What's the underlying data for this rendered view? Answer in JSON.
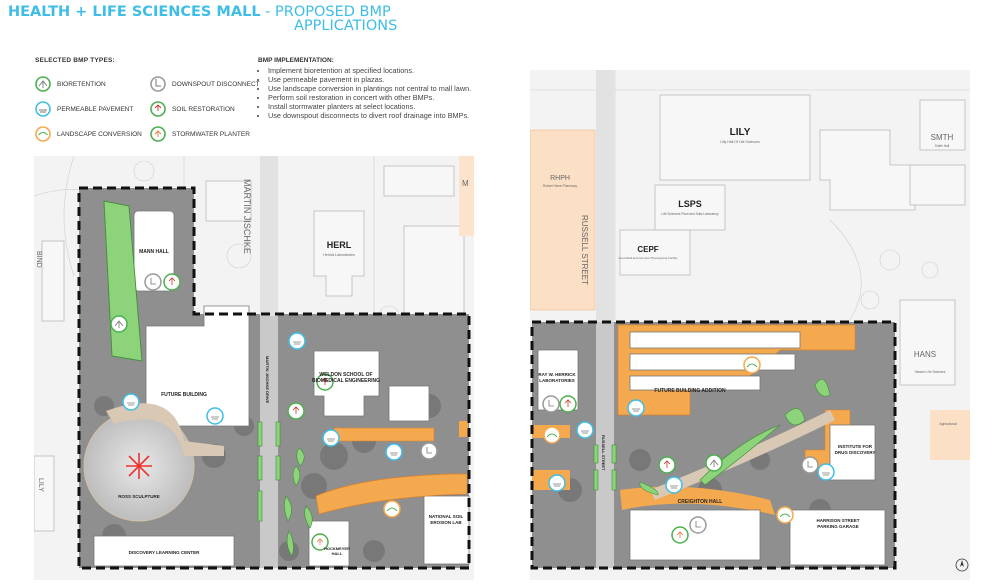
{
  "title": {
    "main": "HEALTH + LIFE SCIENCES MALL",
    "dash": " - PROPOSED BMP",
    "sub": "APPLICATIONS"
  },
  "legend": {
    "heading": "SELECTED BMP TYPES:",
    "items": [
      {
        "label": "BIORETENTION",
        "icon": "bioretention-icon",
        "color": "#4caf50"
      },
      {
        "label": "DOWNSPOUT DISCONNECT",
        "icon": "downspout-icon",
        "color": "#999999"
      },
      {
        "label": "PERMEABLE PAVEMENT",
        "icon": "permeable-pavement-icon",
        "color": "#3ebde6"
      },
      {
        "label": "SOIL RESTORATION",
        "icon": "soil-restoration-icon",
        "color": "#4caf50"
      },
      {
        "label": "LANDSCAPE CONVERSION",
        "icon": "landscape-conversion-icon",
        "color": "#f5a94e"
      },
      {
        "label": "STORMWATER PLANTER",
        "icon": "stormwater-planter-icon",
        "color": "#4caf50"
      }
    ]
  },
  "implementation": {
    "heading": "BMP IMPLEMENTATION:",
    "items": [
      "Implement bioretention at specified locations.",
      "Use permeable pavement in plazas.",
      "Use landscape conversion in plantings not central to mall lawn.",
      "Perform soil restoration in concert with other BMPs.",
      "Install stormwater planters at select locations.",
      "Use downspout disconnects to divert roof drainage into BMPs."
    ]
  },
  "colors": {
    "accent": "#3ebde6",
    "bioretention": "#8cd37a",
    "landscape": "#f5a94e",
    "pavement": "#d9c8b4",
    "boundary": "#111111"
  },
  "left_map": {
    "labels": {
      "mann_hall": "MANN HALL",
      "future_building": "FUTURE BUILDING",
      "weldon_1": "WELDON SCHOOL OF",
      "weldon_2": "BIOMEDICAL ENGINEERING",
      "herl": "HERL",
      "herl_sub": "Herrick Laboratories",
      "martin_jischke": "MARTIN JISCHKE",
      "martin_jischke_drive": "MARTIN JISCHKE DRIVE",
      "bind": "BIND",
      "lilly": "LILY",
      "ross_sculpture": "ROSS SCULPTURE",
      "discovery_learning": "DISCOVERY LEARNING CENTER",
      "hockmeyer_1": "HOCKMEYER",
      "hockmeyer_2": "HALL",
      "natl_soil_1": "NATIONAL SOIL",
      "natl_soil_2": "EROSION LAB",
      "m_label": "M"
    }
  },
  "right_map": {
    "labels": {
      "lily": "LILY",
      "lily_sub": "Lilly Hall Of Life Sciences",
      "lsps": "LSPS",
      "lsps_sub": "Life Sciences Plant and Soils Laboratory",
      "cepf": "CEPF",
      "cepf_sub": "Controlled Environment Phenotyping Facility",
      "rhph": "RHPH",
      "rhph_sub": "Robert Heine Pharmacy",
      "smth": "SMTH",
      "smth_sub": "Smith Hall",
      "hans": "HANS",
      "hans_sub": "Hansen Life Sciences",
      "russell_street": "RUSSELL STREET",
      "russell_street_2": "RUSSELL STREET",
      "ray_herrick_1": "RAY W. HERRICK",
      "ray_herrick_2": "LABORATORIES",
      "future_addition": "FUTURE BUILDING ADDITION",
      "institute_1": "INSTITUTE FOR",
      "institute_2": "DRUG DISCOVERY",
      "harrison_1": "HARRISON STREET",
      "harrison_2": "PARKING GARAGE",
      "creighton": "CREIGHTON HALL",
      "agri": "Agricultural"
    }
  }
}
